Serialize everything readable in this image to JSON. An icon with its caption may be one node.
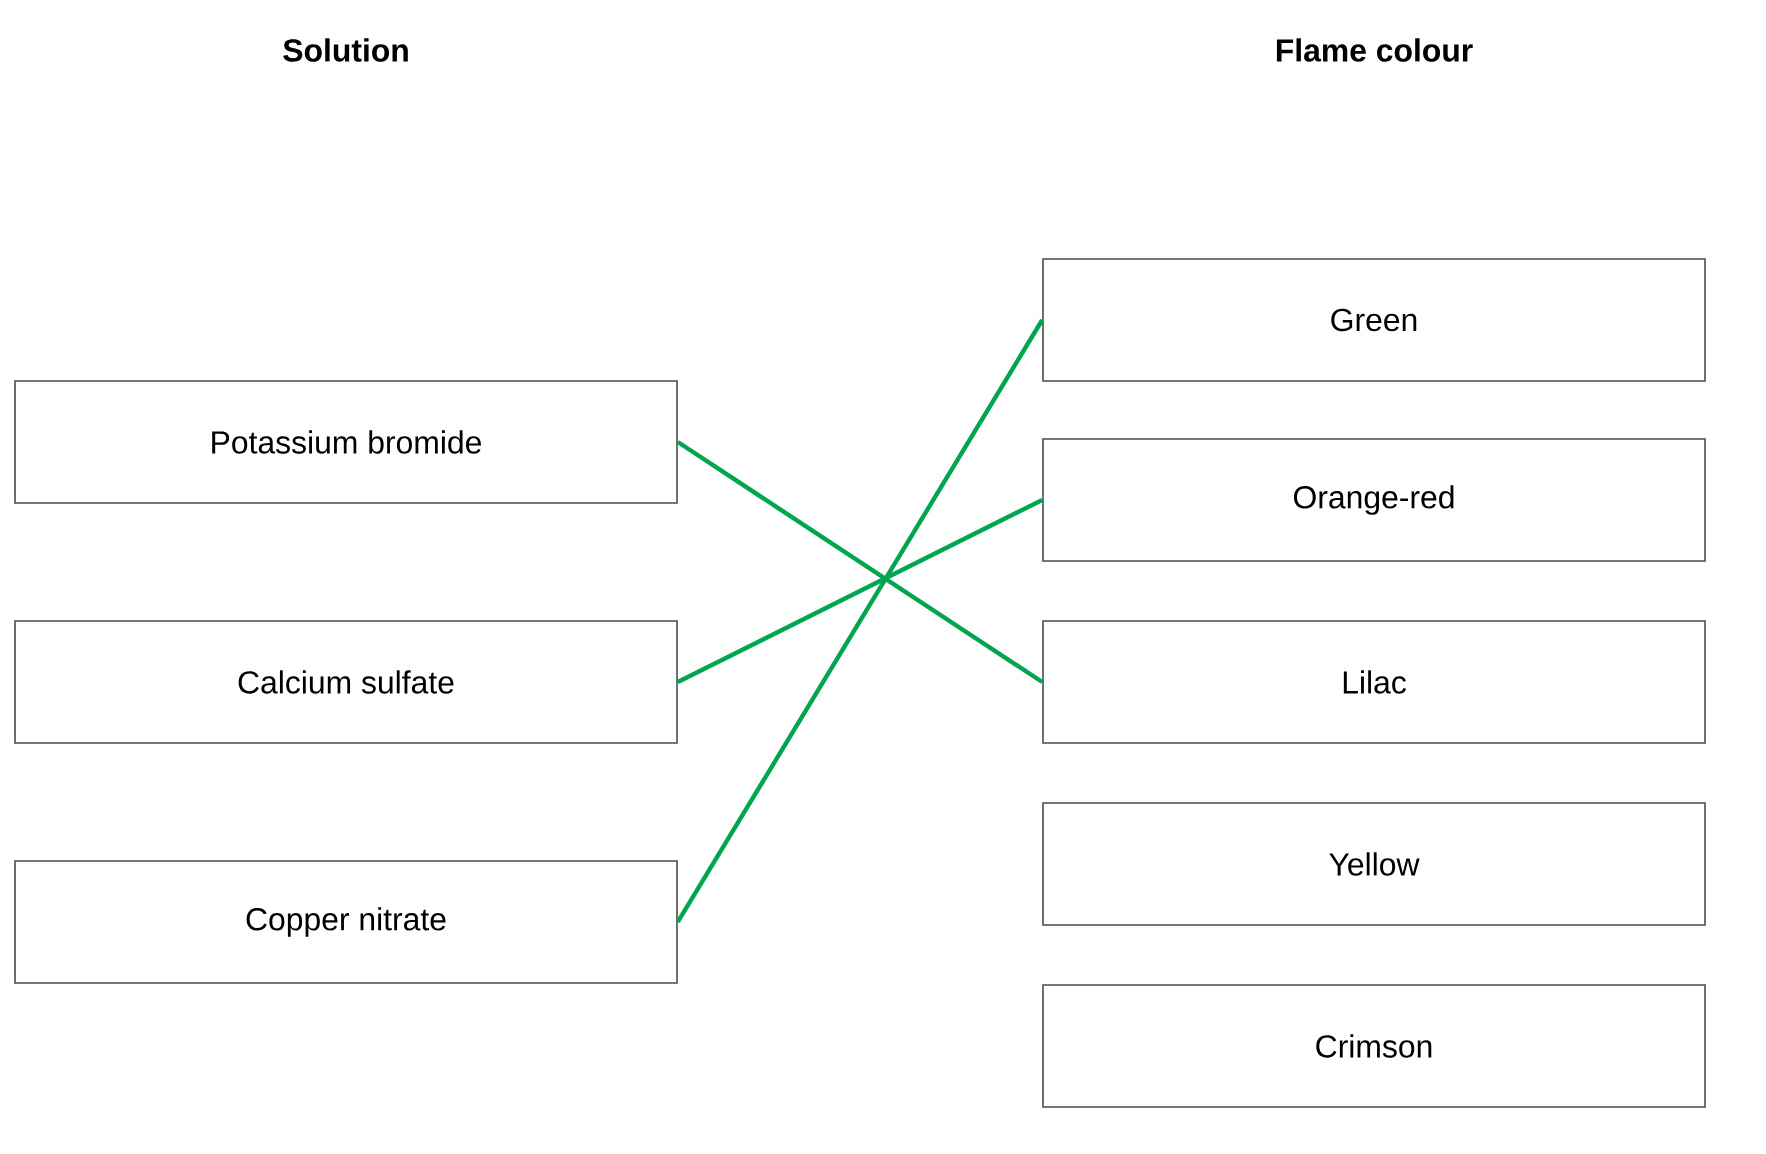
{
  "diagram": {
    "nodes": [
      {
        "text": [
          "Potassium bromide"
        ]
      },
      {
        "text": [
          "Calcium sulfate"
        ]
      },
      {
        "text": [
          "Copper nitrate"
        ]
      },
      {
        "text": [
          "Green"
        ]
      },
      {
        "text": [
          "Orange-red"
        ]
      },
      {
        "text": [
          "Lilac"
        ]
      },
      {
        "text": [
          "Yellow"
        ]
      },
      {
        "text": [
          "Crimson"
        ]
      }
    ],
    "edges": [
      {
        "from": 0,
        "to": 5,
        "arrow": "none",
        "color": "#00a550"
      },
      {
        "from": 1,
        "to": 4,
        "arrow": "none",
        "color": "#00a550"
      },
      {
        "from": 2,
        "to": 3,
        "arrow": "none",
        "color": "#00a550"
      }
    ],
    "labels": [
      "Solution",
      "Flame colour"
    ]
  }
}
